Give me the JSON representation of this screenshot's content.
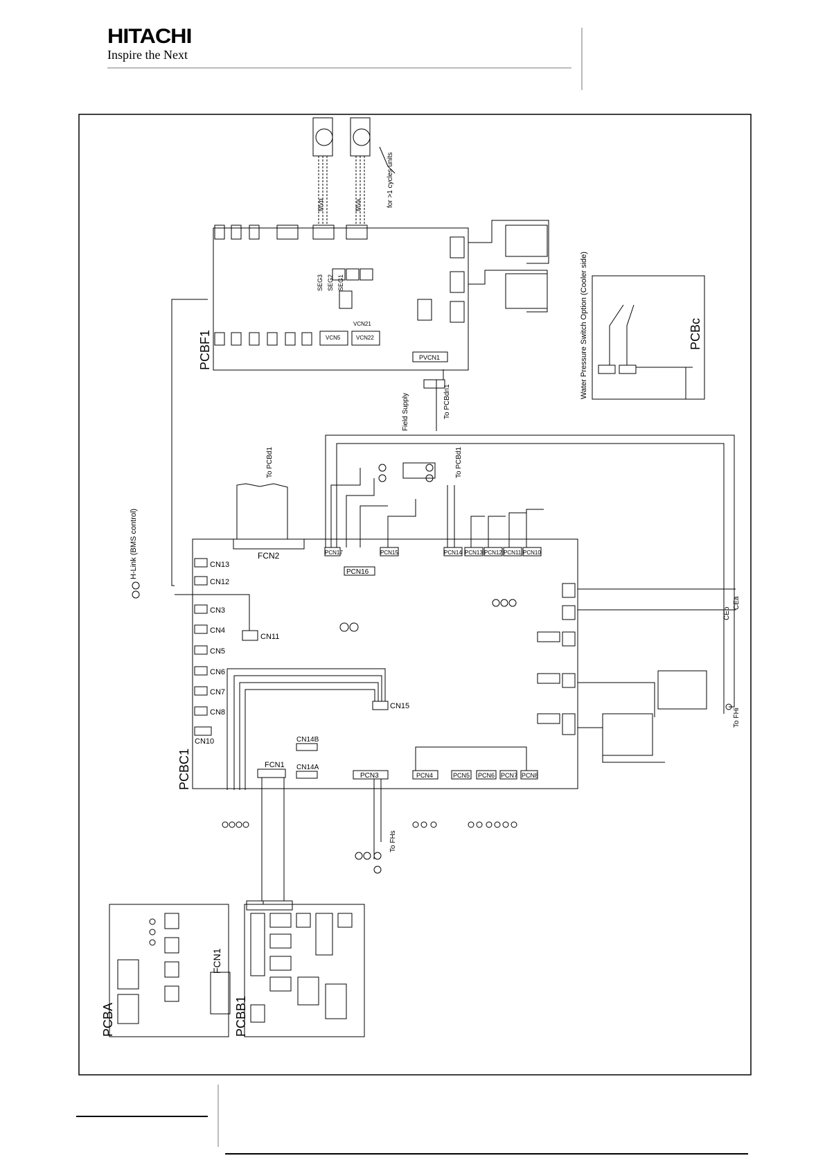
{
  "header": {
    "brand": "HITACHI",
    "tagline": "Inspire the Next"
  },
  "boards": {
    "pcba": "PCBA",
    "pcbb1": "PCBB1",
    "pcbc1": "PCBC1",
    "pcbf1": "PCBF1",
    "pcbc": "PCBc"
  },
  "connectors": {
    "fcn2": "FCN2",
    "fcn1": "FCN1",
    "fcn1b": "FCN1",
    "cn11": "CN11",
    "cn15": "CN15",
    "cn14a": "CN14A",
    "cn14b": "CN14B",
    "pcn3": "PCN3",
    "pcn16": "PCN16",
    "pcn17": "PCN17",
    "pcn15": "PCN15",
    "pcn1": "PVCN1",
    "vcn5": "VCN5",
    "vcn21": "VCN21",
    "vcn22": "VCN22"
  },
  "cn_left": [
    "CN13",
    "CN12",
    "CN3",
    "CN4",
    "CN5",
    "CN6",
    "CN7",
    "CN8",
    "CN10"
  ],
  "pcn_top": [
    "PCN14",
    "PCN13",
    "PCN12",
    "PCN11",
    "PCN10"
  ],
  "pcn_bottom": [
    "PCN4",
    "PCN5",
    "PCN6",
    "PCN7",
    "PCN8"
  ],
  "seg_labels": [
    "SEG1",
    "SEG2",
    "SEG3"
  ],
  "annotations": {
    "hlink": "H-Link (BMS control)",
    "to_pcbd1_top": "To PCBd1",
    "to_pcbd1": "To PCBd1",
    "field_supply": "Field Supply",
    "to_pcbdn1": "To PCBdn1",
    "water_pressure": "Water Pressure Switch Option (Cooler side)",
    "for_cycles": "for >1 cycles units",
    "to_fhs": "To FHs",
    "to_fhi": "To FHi",
    "ceb": "CEb",
    "cea": "CEa",
    "mvb": "MVb",
    "mva": "MVa"
  }
}
